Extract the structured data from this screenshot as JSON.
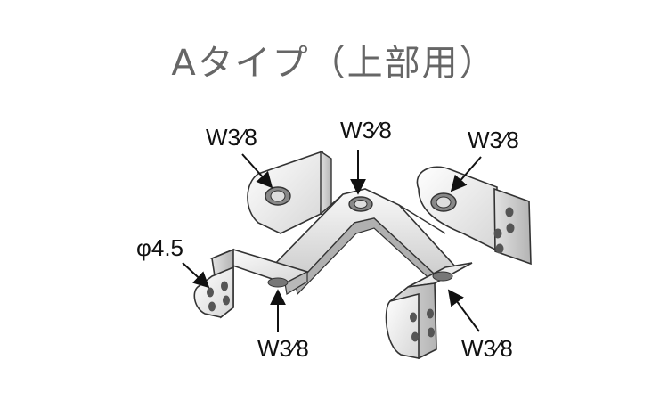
{
  "title": "Aタイプ（上部用）",
  "labels": {
    "top_left": "W3⁄8",
    "top_center": "W3⁄8",
    "top_right": "W3⁄8",
    "bottom_center": "W3⁄8",
    "bottom_right": "W3⁄8",
    "hole_diameter": "φ4.5"
  },
  "colors": {
    "title": "#666666",
    "metal_light": "#f4f4f4",
    "metal_mid": "#d8d8d8",
    "metal_dark": "#a8a8a8",
    "outline": "#333333"
  }
}
